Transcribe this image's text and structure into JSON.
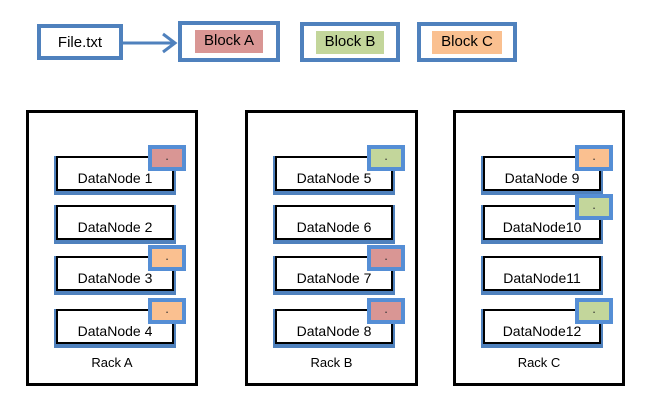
{
  "diagram": {
    "file": {
      "label": "File.txt"
    },
    "blocks": [
      {
        "label": "Block A",
        "color": "#d99694"
      },
      {
        "label": "Block B",
        "color": "#c3d69b"
      },
      {
        "label": "Block C",
        "color": "#fac090"
      }
    ],
    "badge_glyph": ".",
    "colors": {
      "box_border_blue": "#4f81bd",
      "badge_border_blue": "#558ed5",
      "rack_border_black": "#000000",
      "arrow_blue": "#4f81bd",
      "block_a_fill": "#d99694",
      "block_b_fill": "#c3d69b",
      "block_c_fill": "#fac090"
    },
    "racks": [
      {
        "label": "Rack A",
        "nodes": [
          {
            "label": "DataNode 1",
            "badge_block": "Block A",
            "badge_color": "#d99694"
          },
          {
            "label": "DataNode 2"
          },
          {
            "label": "DataNode 3",
            "badge_block": "Block C",
            "badge_color": "#fac090"
          },
          {
            "label": "DataNode 4",
            "badge_block": "Block C",
            "badge_color": "#fac090"
          }
        ]
      },
      {
        "label": "Rack B",
        "nodes": [
          {
            "label": "DataNode 5",
            "badge_block": "Block B",
            "badge_color": "#c3d69b"
          },
          {
            "label": "DataNode 6"
          },
          {
            "label": "DataNode 7",
            "badge_block": "Block A",
            "badge_color": "#d99694"
          },
          {
            "label": "DataNode 8",
            "badge_block": "Block A",
            "badge_color": "#d99694"
          }
        ]
      },
      {
        "label": "Rack C",
        "nodes": [
          {
            "label": "DataNode 9",
            "badge_block": "Block C",
            "badge_color": "#fac090"
          },
          {
            "label": "DataNode10",
            "badge_block": "Block B",
            "badge_color": "#c3d69b"
          },
          {
            "label": "DataNode11"
          },
          {
            "label": "DataNode12",
            "badge_block": "Block B",
            "badge_color": "#c3d69b"
          }
        ]
      }
    ]
  }
}
